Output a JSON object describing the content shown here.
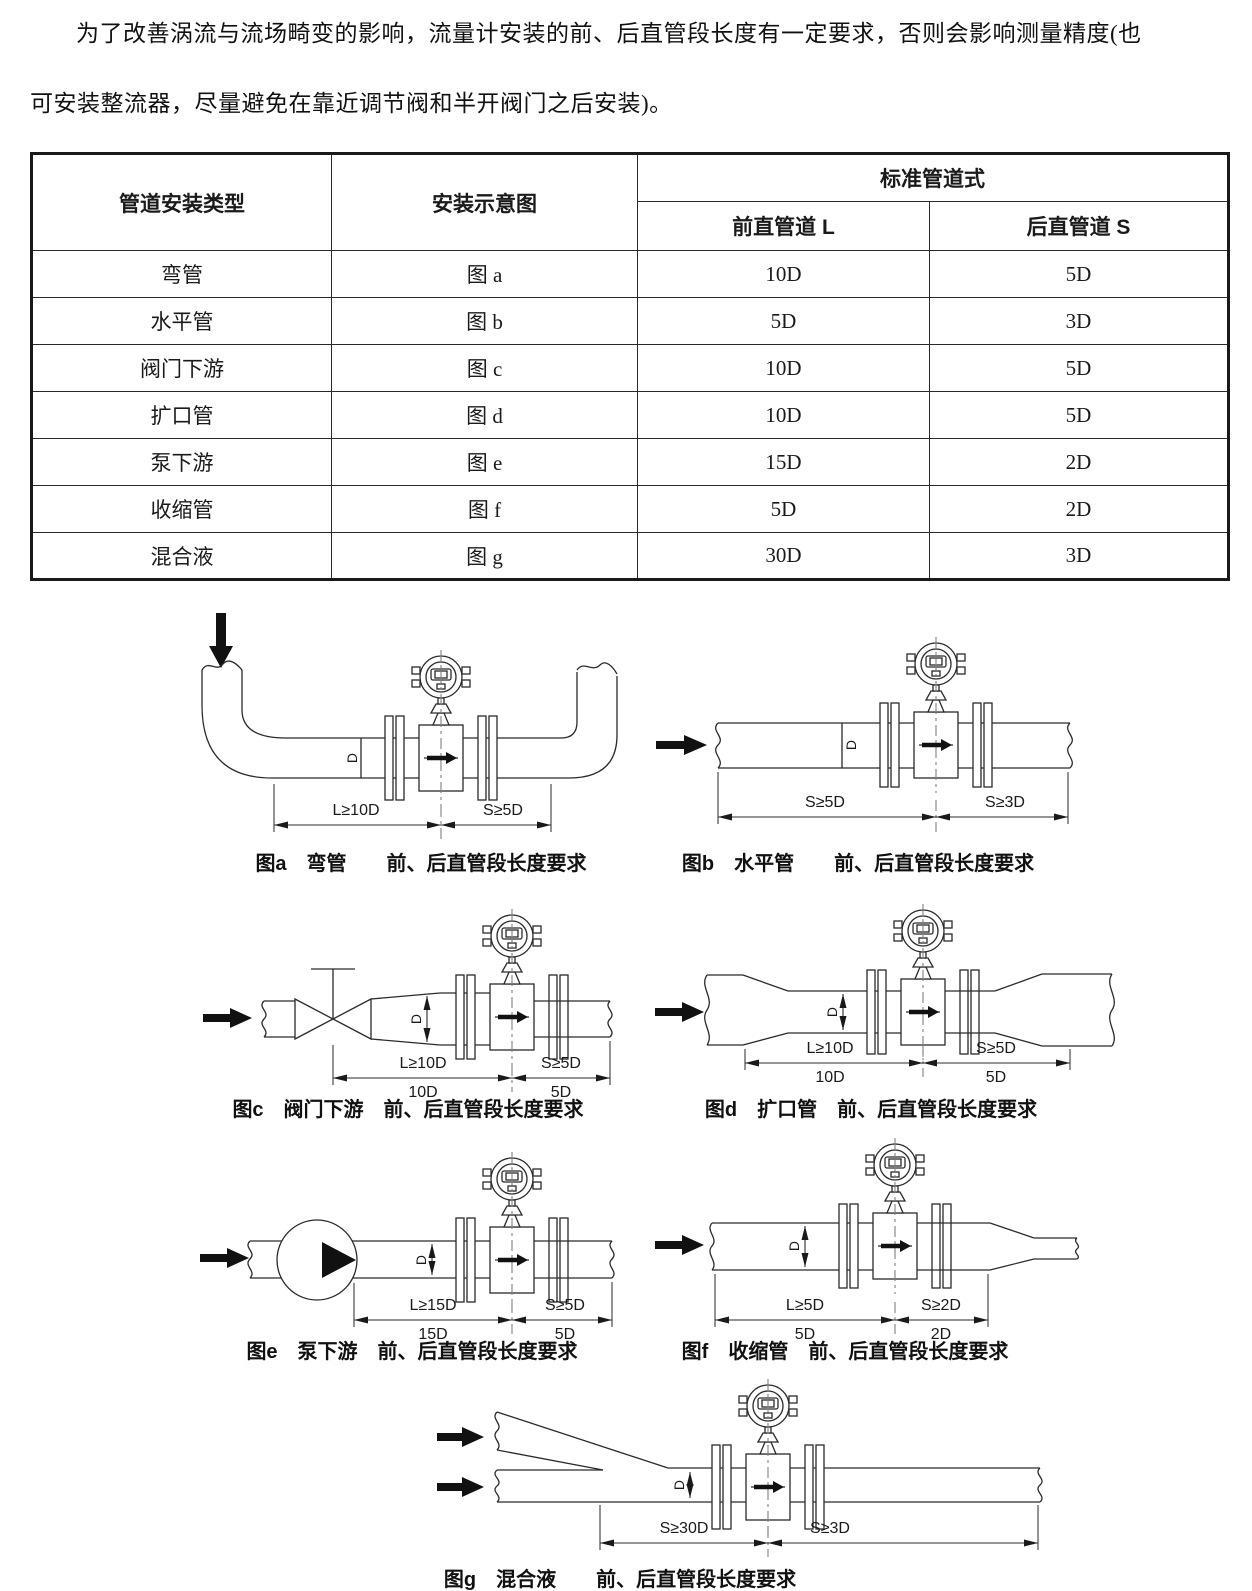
{
  "intro": {
    "line1": "为了改善涡流与流场畸变的影响，流量计安装的前、后直管段长度有一定要求，否则会影响测量精度(也",
    "line2": "可安装整流器，尽量避免在靠近调节阀和半开阀门之后安装)。"
  },
  "table": {
    "headers": {
      "col_type": "管道安装类型",
      "col_figure": "安装示意图",
      "group": "标准管道式",
      "sub_front": "前直管道 L",
      "sub_rear": "后直管道 S"
    },
    "rows": [
      {
        "type": "弯管",
        "figure": "图 a",
        "front": "10D",
        "rear": "5D"
      },
      {
        "type": "水平管",
        "figure": "图 b",
        "front": "5D",
        "rear": "3D"
      },
      {
        "type": "阀门下游",
        "figure": "图 c",
        "front": "10D",
        "rear": "5D"
      },
      {
        "type": "扩口管",
        "figure": "图 d",
        "front": "10D",
        "rear": "5D"
      },
      {
        "type": "泵下游",
        "figure": "图 e",
        "front": "15D",
        "rear": "2D"
      },
      {
        "type": "收缩管",
        "figure": "图 f",
        "front": "5D",
        "rear": "2D"
      },
      {
        "type": "混合液",
        "figure": "图 g",
        "front": "30D",
        "rear": "3D"
      }
    ]
  },
  "figures": {
    "a": {
      "caption": "图a　弯管　　前、后直管段长度要求",
      "dim_left": "L≥10D",
      "dim_right": "S≥5D",
      "d_label": "D"
    },
    "b": {
      "caption": "图b　水平管　　前、后直管段长度要求",
      "dim_left": "S≥5D",
      "dim_right": "S≥3D",
      "d_label": "D"
    },
    "c": {
      "caption": "图c　阀门下游　前、后直管段长度要求",
      "dim_left": "L≥10D",
      "dim_left2": "10D",
      "dim_right": "S≥5D",
      "dim_right2": "5D",
      "d_label": "D"
    },
    "d": {
      "caption": "图d　扩口管　前、后直管段长度要求",
      "dim_left": "L≥10D",
      "dim_left2": "10D",
      "dim_right": "S≥5D",
      "dim_right2": "5D",
      "d_label": "D"
    },
    "e": {
      "caption": "图e　泵下游　前、后直管段长度要求",
      "dim_left": "L≥15D",
      "dim_left2": "15D",
      "dim_right": "S≥5D",
      "dim_right2": "5D",
      "d_label": "D"
    },
    "f": {
      "caption": "图f　收缩管　前、后直管段长度要求",
      "dim_left": "L≥5D",
      "dim_left2": "5D",
      "dim_right": "S≥2D",
      "dim_right2": "2D",
      "d_label": "D"
    },
    "g": {
      "caption": "图g　混合液　　前、后直管段长度要求",
      "dim_left": "S≥30D",
      "dim_right": "S≥3D",
      "d_label": "D"
    }
  }
}
